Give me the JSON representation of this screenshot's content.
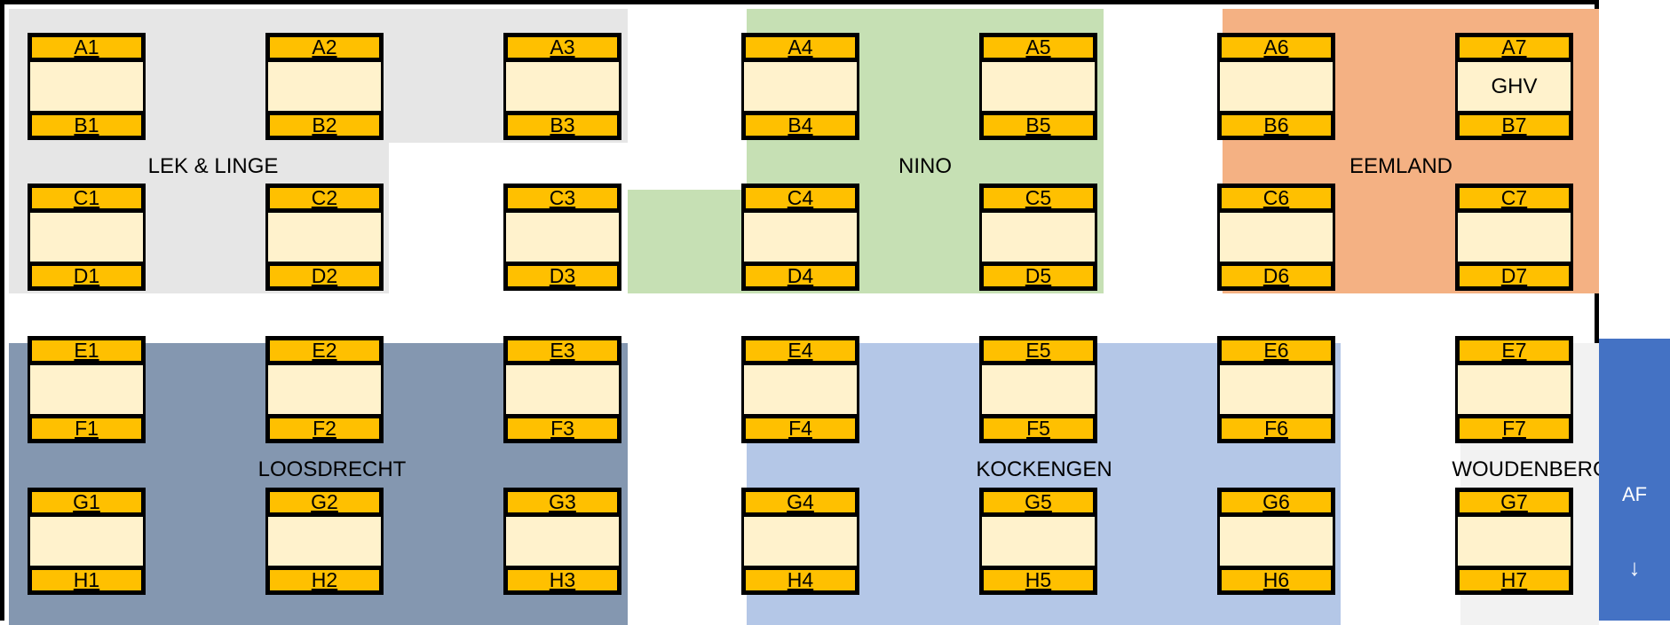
{
  "zones": {
    "lek_linge": "LEK & LINGE",
    "nino": "NINO",
    "eemland": "EEMLAND",
    "loosdrecht": "LOOSDRECHT",
    "kockengen": "KOCKENGEN",
    "woudenberg": "WOUDENBERG"
  },
  "tables": [
    {
      "top": "A1",
      "bottom": "B1",
      "label": ""
    },
    {
      "top": "A2",
      "bottom": "B2",
      "label": ""
    },
    {
      "top": "A3",
      "bottom": "B3",
      "label": ""
    },
    {
      "top": "A4",
      "bottom": "B4",
      "label": ""
    },
    {
      "top": "A5",
      "bottom": "B5",
      "label": ""
    },
    {
      "top": "A6",
      "bottom": "B6",
      "label": ""
    },
    {
      "top": "A7",
      "bottom": "B7",
      "label": "GHV"
    },
    {
      "top": "C1",
      "bottom": "D1",
      "label": ""
    },
    {
      "top": "C2",
      "bottom": "D2",
      "label": ""
    },
    {
      "top": "C3",
      "bottom": "D3",
      "label": ""
    },
    {
      "top": "C4",
      "bottom": "D4",
      "label": ""
    },
    {
      "top": "C5",
      "bottom": "D5",
      "label": ""
    },
    {
      "top": "C6",
      "bottom": "D6",
      "label": ""
    },
    {
      "top": "C7",
      "bottom": "D7",
      "label": ""
    },
    {
      "top": "E1",
      "bottom": "F1",
      "label": ""
    },
    {
      "top": "E2",
      "bottom": "F2",
      "label": ""
    },
    {
      "top": "E3",
      "bottom": "F3",
      "label": ""
    },
    {
      "top": "E4",
      "bottom": "F4",
      "label": ""
    },
    {
      "top": "E5",
      "bottom": "F5",
      "label": ""
    },
    {
      "top": "E6",
      "bottom": "F6",
      "label": ""
    },
    {
      "top": "E7",
      "bottom": "F7",
      "label": ""
    },
    {
      "top": "G1",
      "bottom": "H1",
      "label": ""
    },
    {
      "top": "G2",
      "bottom": "H2",
      "label": ""
    },
    {
      "top": "G3",
      "bottom": "H3",
      "label": ""
    },
    {
      "top": "G4",
      "bottom": "H4",
      "label": ""
    },
    {
      "top": "G5",
      "bottom": "H5",
      "label": ""
    },
    {
      "top": "G6",
      "bottom": "H6",
      "label": ""
    },
    {
      "top": "G7",
      "bottom": "H7",
      "label": ""
    }
  ],
  "side_panel": {
    "af_label": "AF",
    "down_icon": "↓"
  },
  "colors": {
    "lek_linge": "#e6e6e6",
    "nino": "#c6e0b4",
    "eemland": "#f4b183",
    "loosdrecht": "#8497b0",
    "kockengen": "#b4c7e7",
    "woudenberg": "#f2f2f2",
    "table_cap": "#ffc000",
    "table_body": "#fff2cc",
    "side_panel": "#4472c4"
  }
}
